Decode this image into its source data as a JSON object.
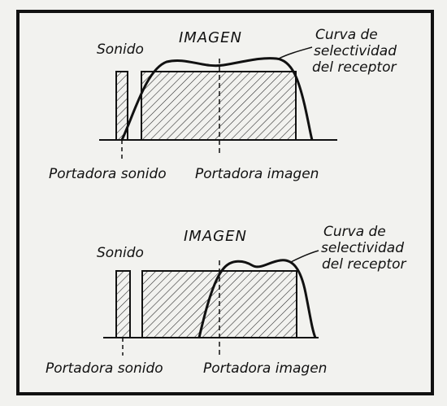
{
  "top_diagram": {
    "title": "IMAGEN",
    "sound_label": "Sonido",
    "curve_label_lines": [
      "Curva de",
      "selectividad",
      "del receptor"
    ],
    "sound_carrier_label": "Portadora sonido",
    "image_carrier_label": "Portadora imagen"
  },
  "bottom_diagram": {
    "title": "IMAGEN",
    "sound_label": "Sonido",
    "curve_label_lines": [
      "Curva de",
      "selectividad",
      "del receptor"
    ],
    "sound_carrier_label": "Portadora sonido",
    "image_carrier_label": "Portadora imagen"
  },
  "colors": {
    "ink": "#111111",
    "paper": "#f2f2ef"
  }
}
